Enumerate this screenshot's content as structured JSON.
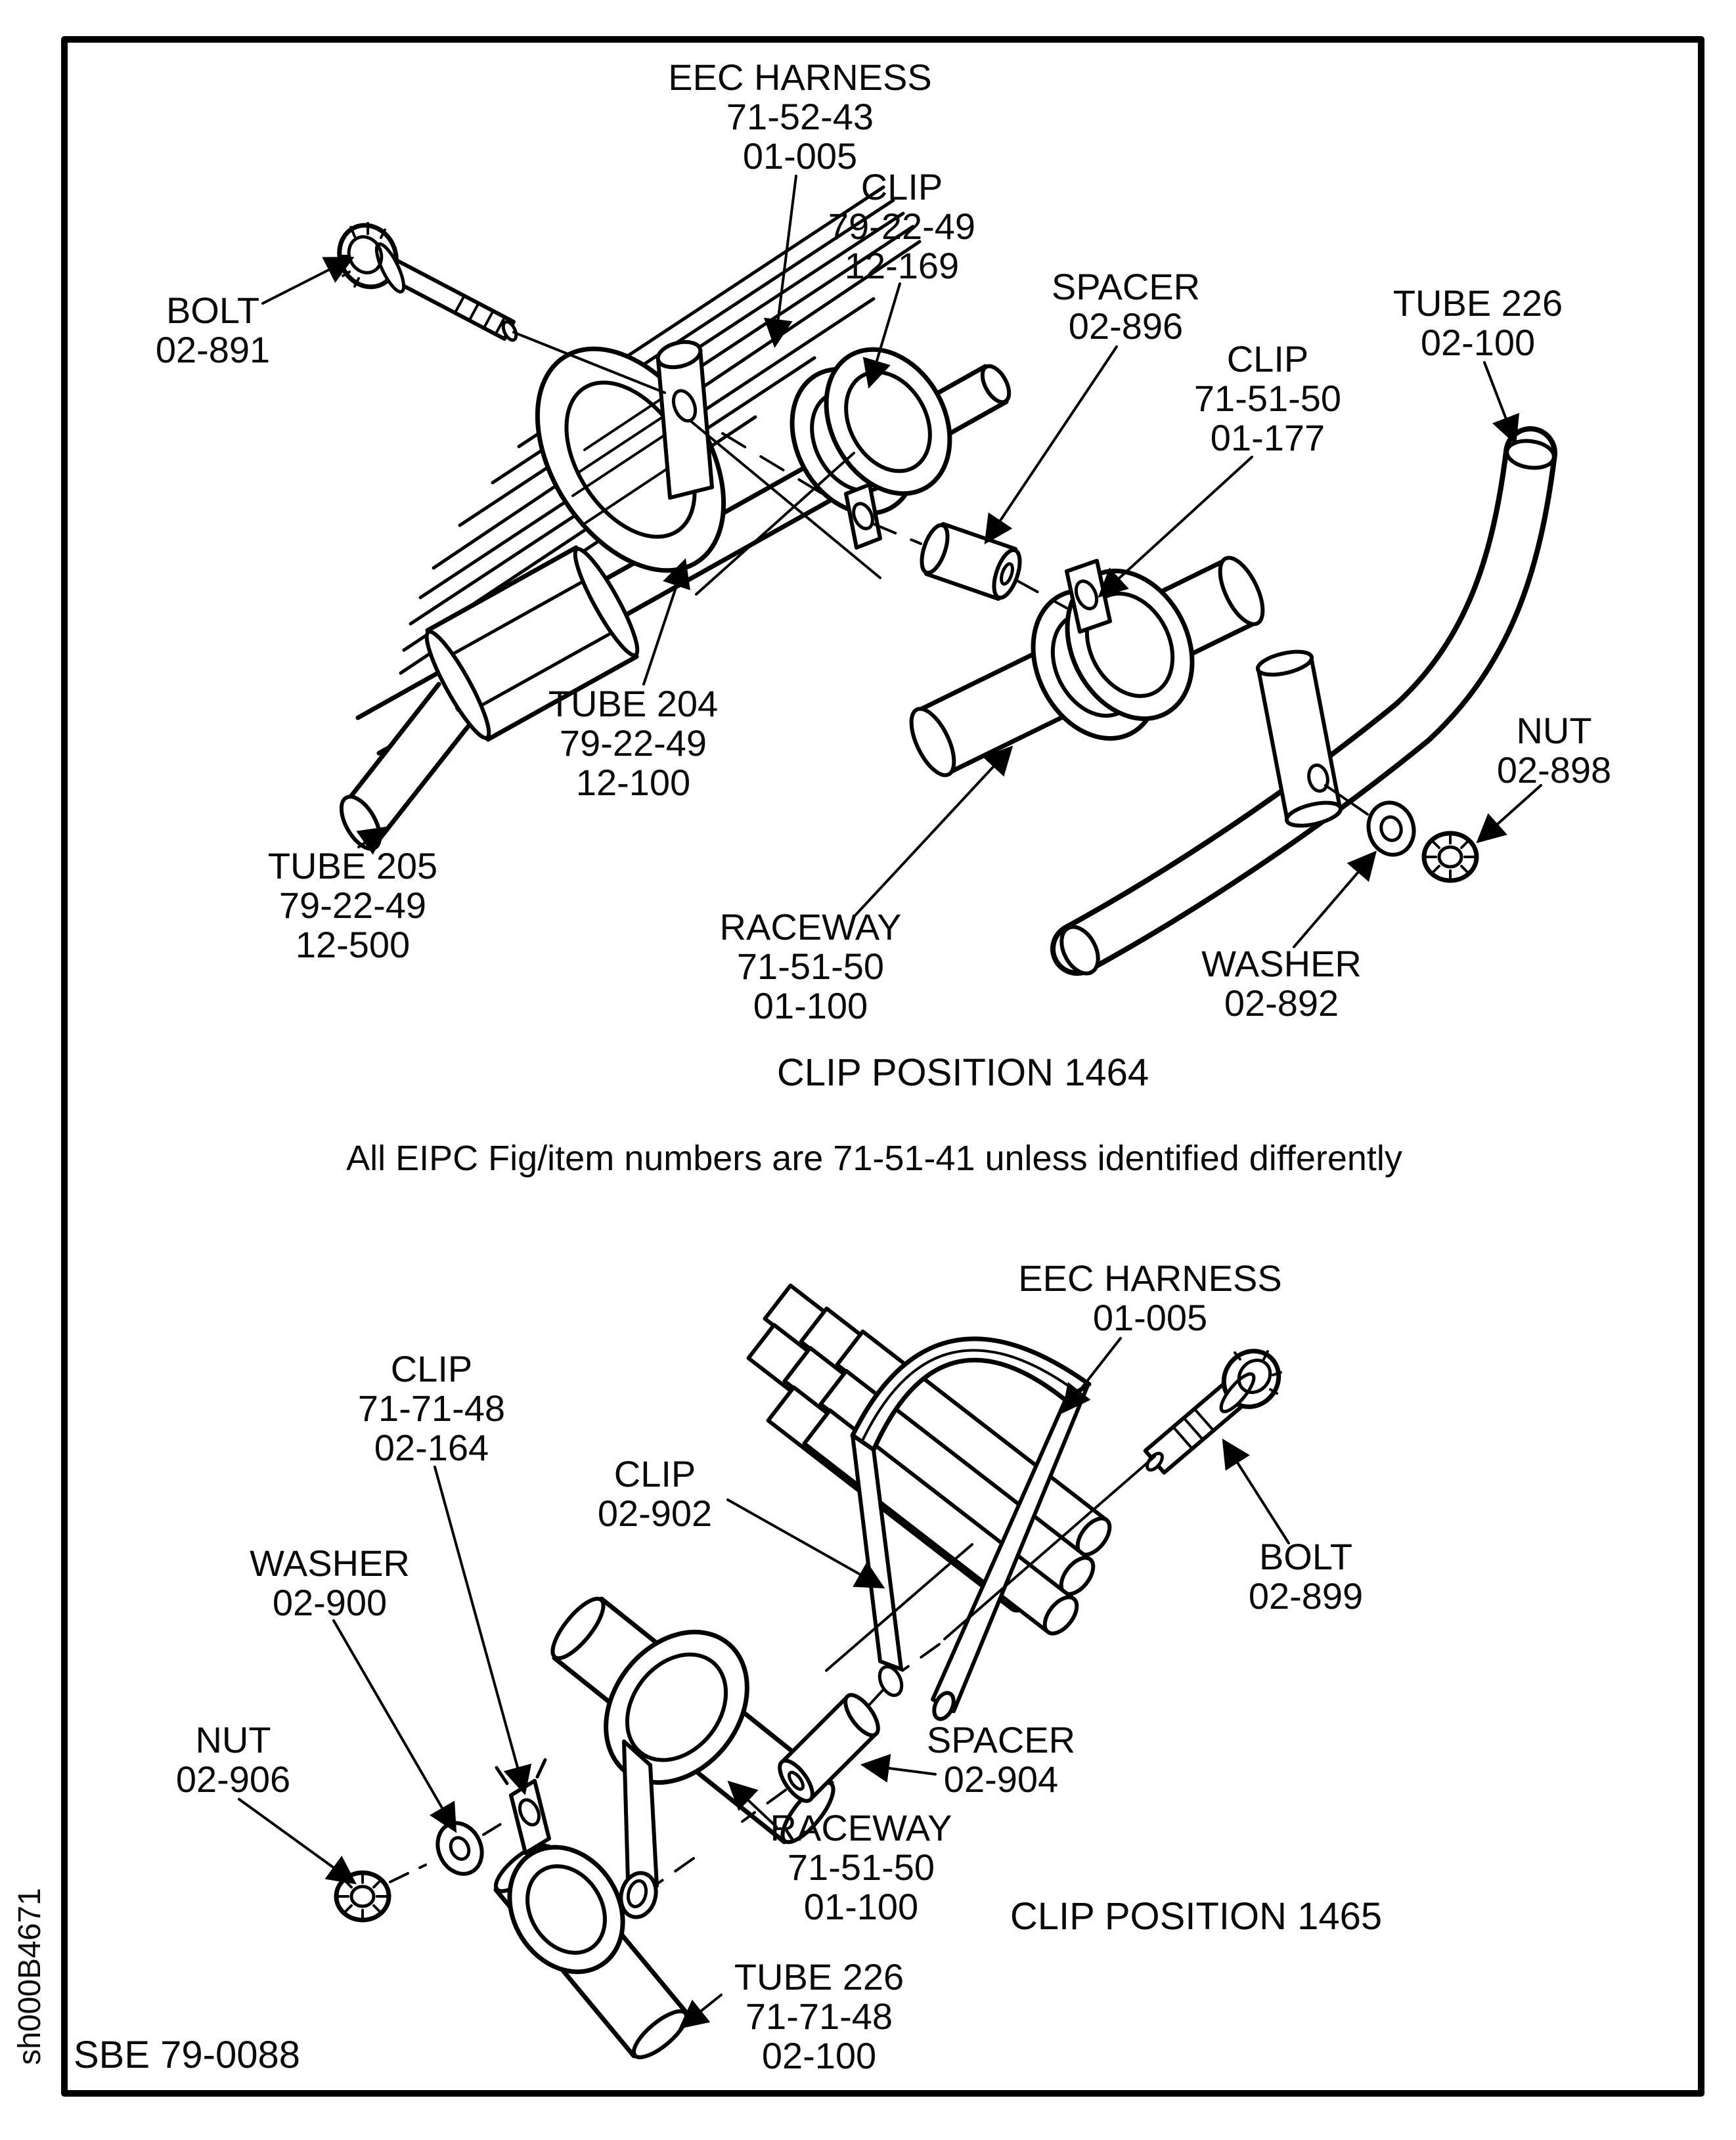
{
  "page": {
    "background_color": "#ffffff",
    "ink_color": "#000000"
  },
  "top_view": {
    "caption": "CLIP POSITION 1464",
    "labels": {
      "eec_harness": [
        "EEC HARNESS",
        "71-52-43",
        "01-005"
      ],
      "clip_12_169": [
        "CLIP",
        "79-22-49",
        "12-169"
      ],
      "spacer_02_896": [
        "SPACER",
        "02-896"
      ],
      "clip_01_177": [
        "CLIP",
        "71-51-50",
        "01-177"
      ],
      "tube_226": [
        "TUBE 226",
        "02-100"
      ],
      "bolt_02_891": [
        "BOLT",
        "02-891"
      ],
      "tube_204": [
        "TUBE 204",
        "79-22-49",
        "12-100"
      ],
      "tube_205": [
        "TUBE 205",
        "79-22-49",
        "12-500"
      ],
      "raceway": [
        "RACEWAY",
        "71-51-50",
        "01-100"
      ],
      "nut_02_898": [
        "NUT",
        "02-898"
      ],
      "washer_02_892": [
        "WASHER",
        "02-892"
      ]
    }
  },
  "note": "All EIPC Fig/item numbers are 71-51-41 unless identified differently",
  "bottom_view": {
    "caption": "CLIP POSITION 1465",
    "labels": {
      "eec_harness": [
        "EEC HARNESS",
        "01-005"
      ],
      "clip_02_164": [
        "CLIP",
        "71-71-48",
        "02-164"
      ],
      "clip_02_902": [
        "CLIP",
        "02-902"
      ],
      "washer_02_900": [
        "WASHER",
        "02-900"
      ],
      "bolt_02_899": [
        "BOLT",
        "02-899"
      ],
      "nut_02_906": [
        "NUT",
        "02-906"
      ],
      "spacer_02_904": [
        "SPACER",
        "02-904"
      ],
      "raceway": [
        "RACEWAY",
        "71-51-50",
        "01-100"
      ],
      "tube_226": [
        "TUBE 226",
        "71-71-48",
        "02-100"
      ]
    }
  },
  "footer": {
    "drawing_number": "SBE 79-0088",
    "sheet_id": "sh000B4671"
  }
}
